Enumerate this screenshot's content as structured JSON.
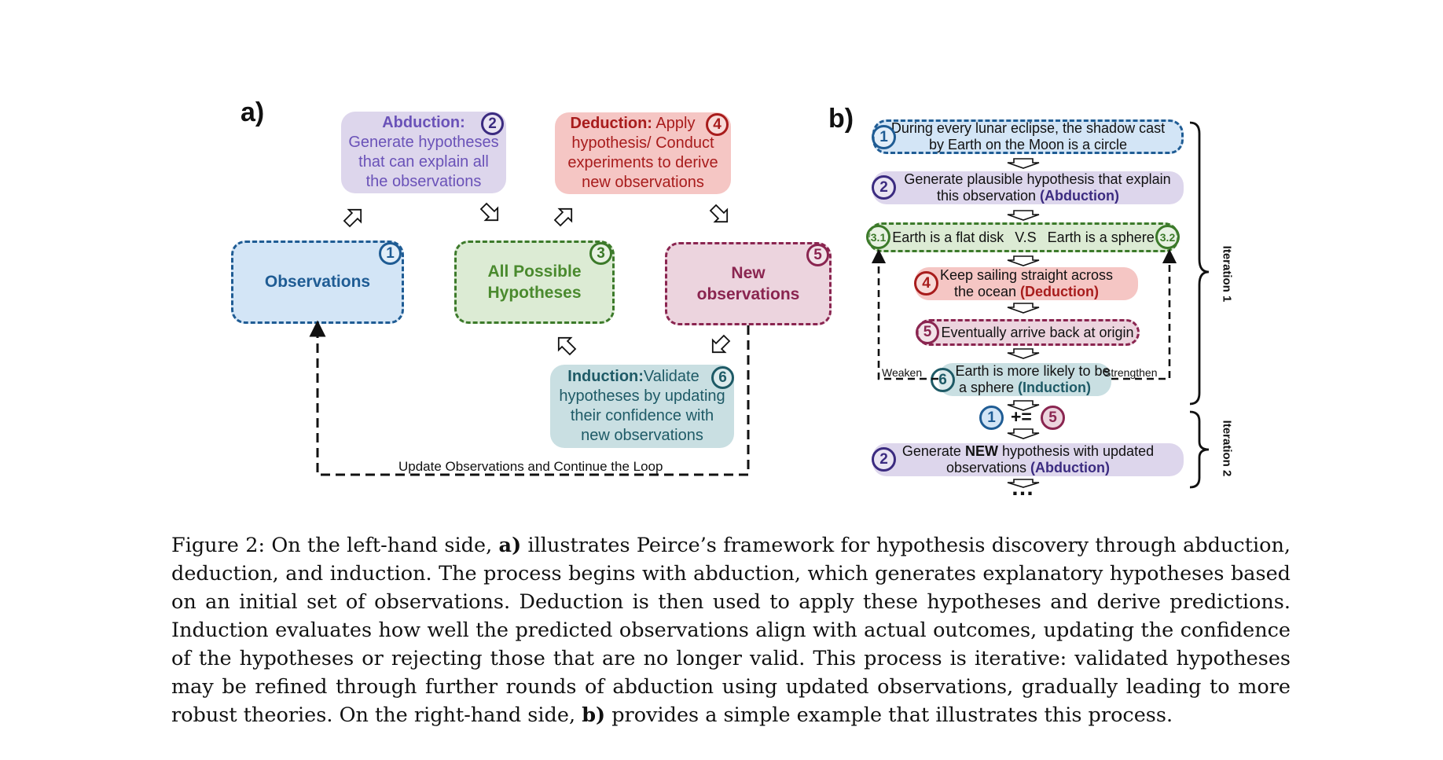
{
  "colors": {
    "blue": "#1f5c94",
    "blue_fill": "#d3e5f6",
    "purple": "#3b2b80",
    "purple_text": "#6a52b8",
    "purple_fill": "#ddd6ec",
    "green": "#3c7a2a",
    "green_text": "#4a8a2e",
    "green_fill": "#dcebd4",
    "red": "#a81c1c",
    "red_fill": "#f5c6c4",
    "maroon": "#8a2550",
    "maroon_fill": "#ecd4de",
    "teal": "#1e5a66",
    "teal_fill": "#c9dfe2"
  },
  "panel_a": {
    "label": "a)",
    "observations": {
      "num": "1",
      "text": "Observations"
    },
    "hypotheses": {
      "num": "3",
      "line1": "All Possible",
      "line2": "Hypotheses"
    },
    "new_obs": {
      "num": "5",
      "line1": "New",
      "line2": "observations"
    },
    "abduction": {
      "num": "2",
      "title": "Abduction:",
      "l1": "Generate hypotheses",
      "l2": "that can explain all",
      "l3": "the observations"
    },
    "deduction": {
      "num": "4",
      "title": "Deduction:",
      "title_rest": " Apply",
      "l1": "hypothesis/ Conduct",
      "l2": "experiments to derive",
      "l3": "new observations"
    },
    "induction": {
      "num": "6",
      "title": "Induction:",
      "title_rest": "Validate",
      "l1": "hypotheses by updating",
      "l2": "their confidence with",
      "l3": "new observations"
    },
    "loop_label": "Update Observations and Continue the Loop"
  },
  "panel_b": {
    "label": "b)",
    "step1": {
      "num": "1",
      "l1": "During every lunar eclipse, the shadow cast",
      "l2": "by Earth on the Moon is a circle"
    },
    "step2": {
      "num": "2",
      "l1": "Generate plausible hypothesis that explain",
      "l2a": "this observation ",
      "l2b": "(Abduction)"
    },
    "step3": {
      "num_a": "3.1",
      "num_b": "3.2",
      "left": "Earth is a flat disk",
      "vs": "V.S",
      "right": "Earth is a sphere"
    },
    "step4": {
      "num": "4",
      "l1": "Keep sailing straight across",
      "l2a": "the ocean ",
      "l2b": "(Deduction)"
    },
    "step5": {
      "num": "5",
      "text": "Eventually arrive back at origin"
    },
    "step6": {
      "num": "6",
      "l1": "Earth is more likely to be",
      "l2a": "a sphere ",
      "l2b": "(Induction)"
    },
    "weaken": "Weaken",
    "strengthen": "Strengthen",
    "update": {
      "num_a": "1",
      "op": "+=",
      "num_b": "5"
    },
    "step7": {
      "num": "2",
      "l1a": "Generate ",
      "l1b": "NEW",
      "l1c": " hypothesis with updated",
      "l2a": "observations ",
      "l2b": "(Abduction)"
    },
    "ellipsis": "…",
    "iteration1": "Iteration 1",
    "iteration2": "Iteration 2"
  },
  "caption": {
    "prefix": "Figure 2: On the left-hand side, ",
    "a": "a)",
    "middle": " illustrates Peirce’s framework for hypothesis discovery through abduction, deduction, and induction. The process begins with abduction, which generates explanatory hypotheses based on an initial set of observations. Deduction is then used to apply these hypotheses and derive predictions. Induction evaluates how well the predicted observations align with actual outcomes, updating the confidence of the hypotheses or rejecting those that are no longer valid. This process is iterative: validated hypotheses may be refined through further rounds of abduction using updated observations, gradually leading to more robust theories. On the right-hand side, ",
    "b": "b)",
    "suffix": " provides a simple example that illustrates this process."
  }
}
